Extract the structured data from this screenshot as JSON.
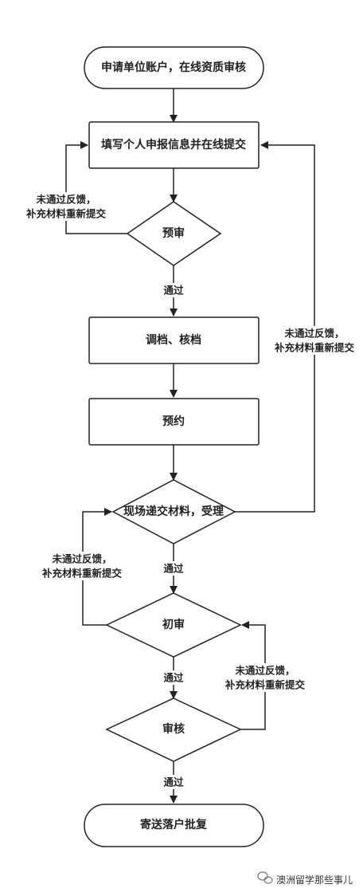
{
  "flowchart": {
    "nodes": {
      "apply_account": "申请单位账户，在线资质审核",
      "fill_info": "填写个人申报信息并在线提交",
      "pre_review": "预审",
      "file_check": "调档、核档",
      "appointment": "预约",
      "onsite_submit": "现场递交材料，受理",
      "first_review": "初审",
      "review": "审核",
      "mail_approval": "寄送落户批复"
    },
    "labels": {
      "fail_feedback_line1": "未通过反馈，",
      "fail_feedback_line2": "补充材料重新提交",
      "pass": "通过"
    }
  },
  "watermark": {
    "text": "澳洲留学那些事儿"
  }
}
